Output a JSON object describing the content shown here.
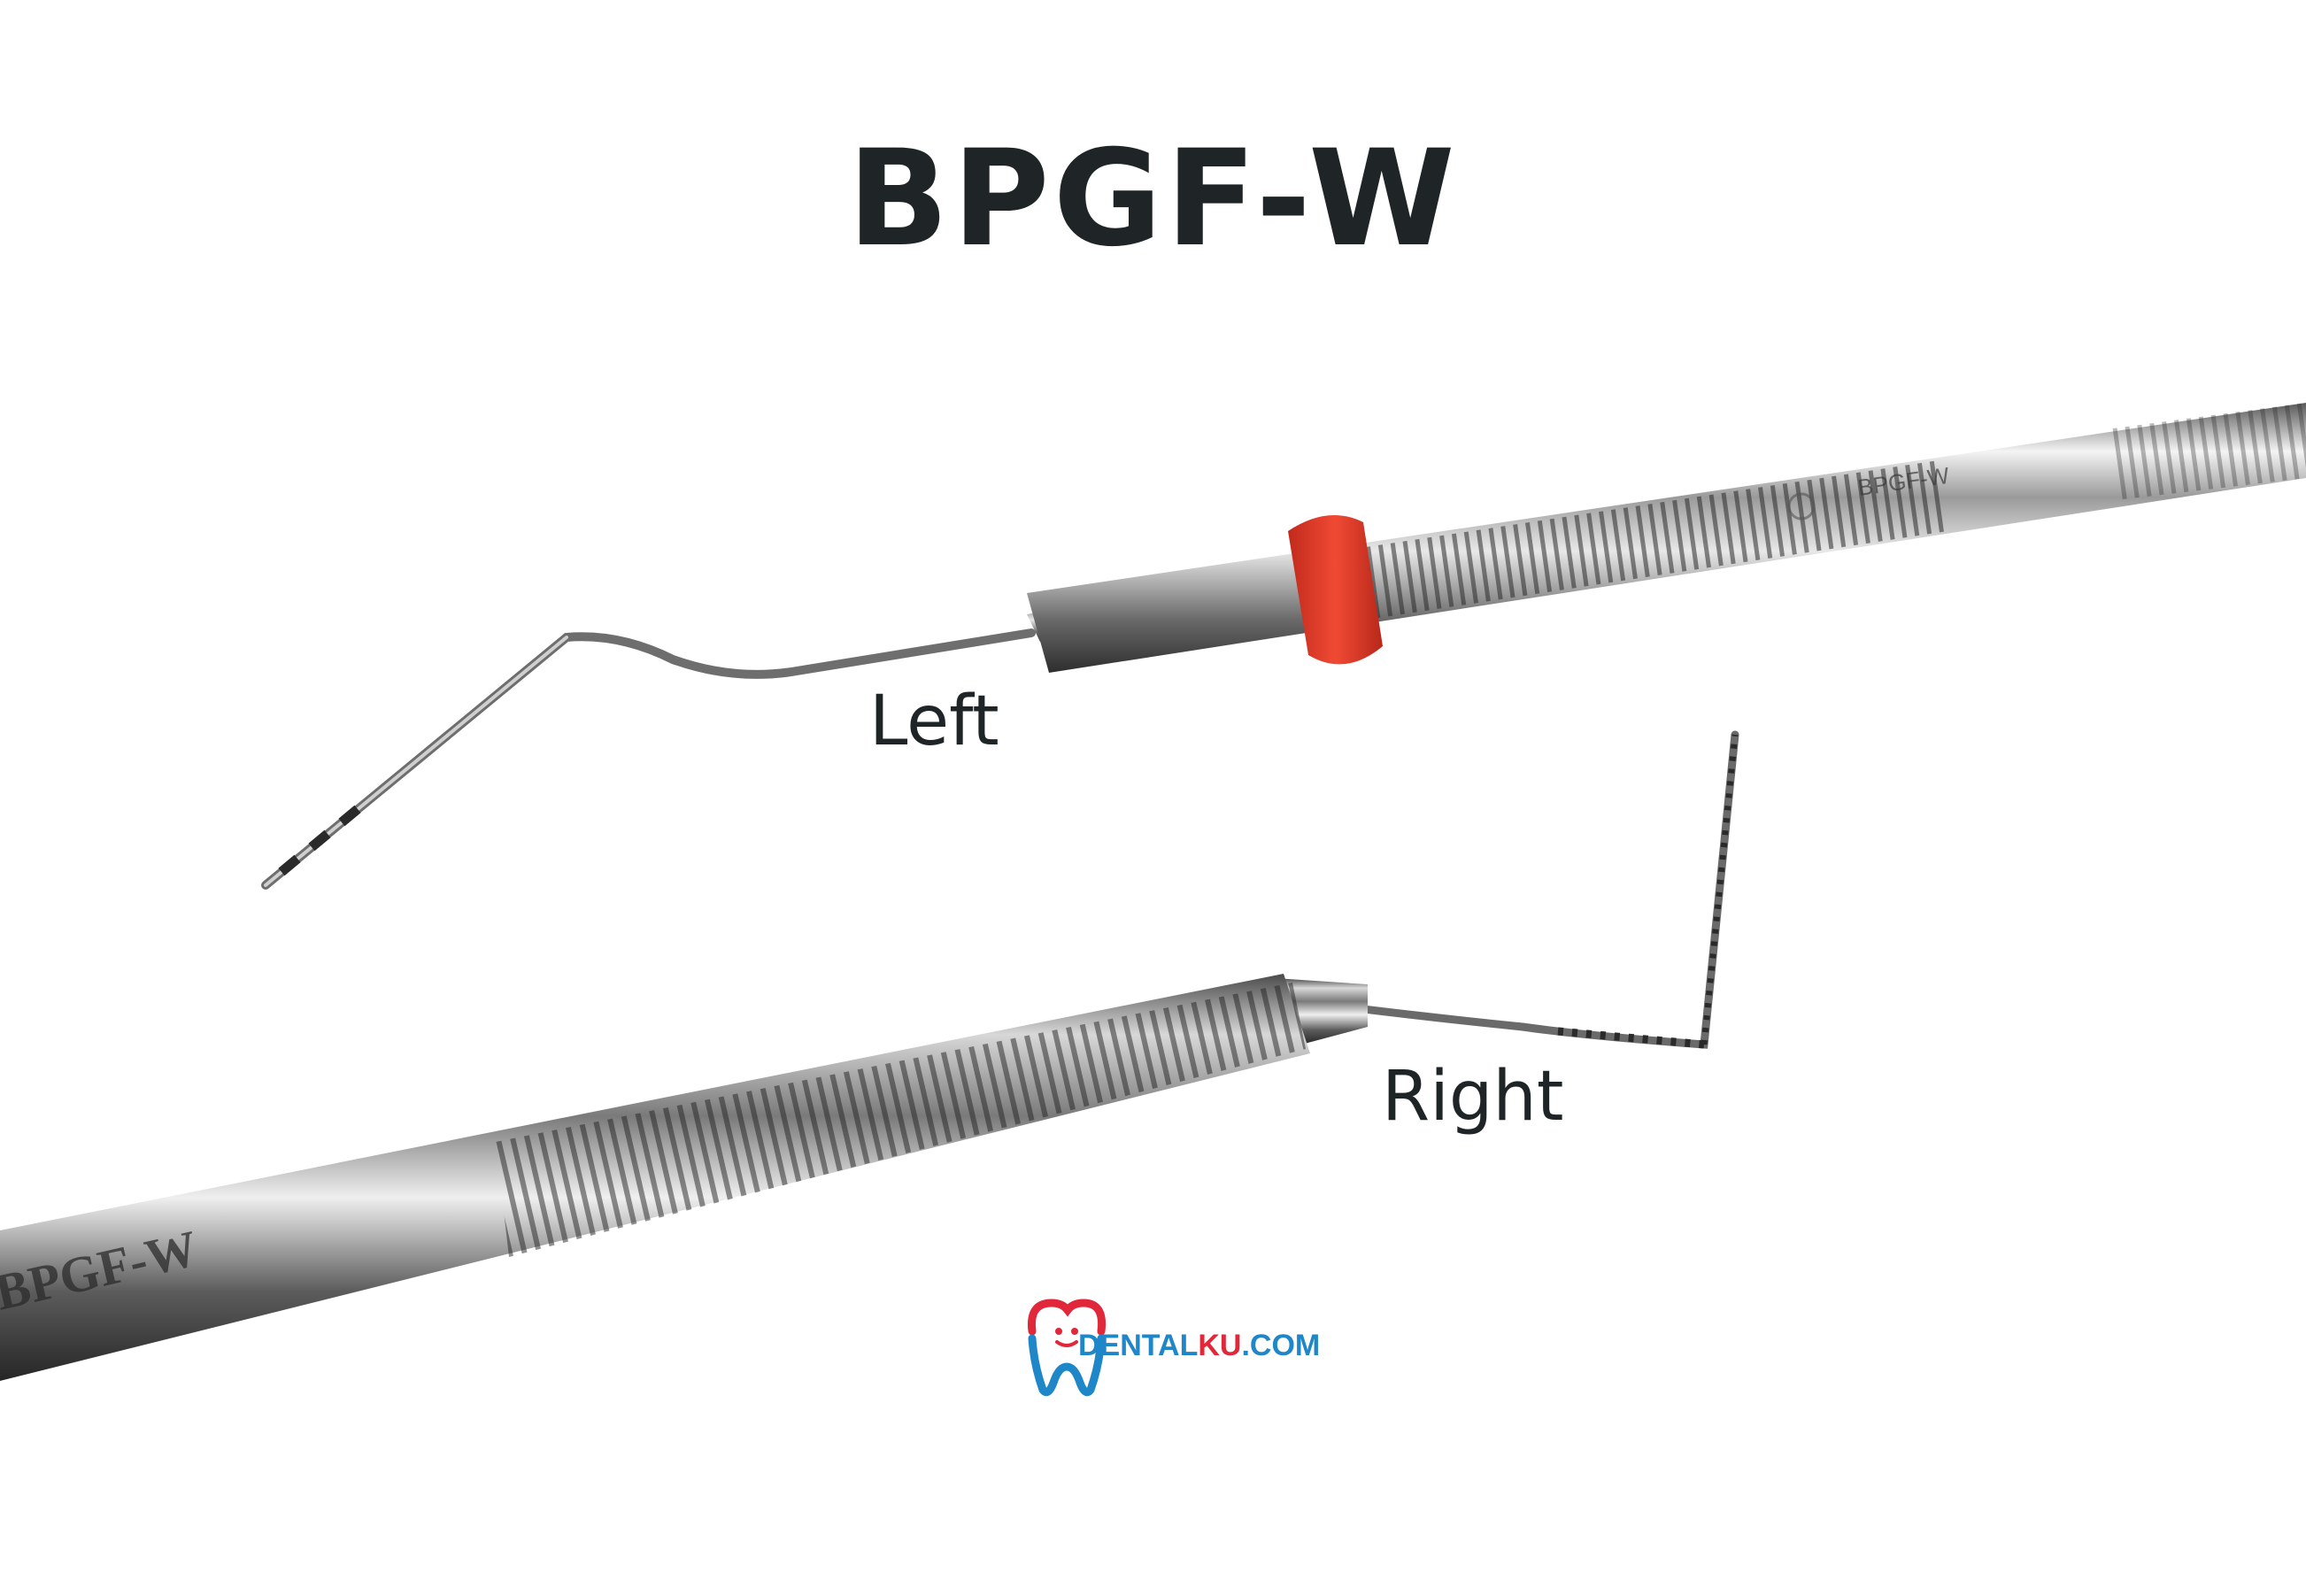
{
  "title": "BPGF-W",
  "labels": {
    "left": "Left",
    "right": "Right"
  },
  "instrument_engravings": {
    "upper": "BPGF-W",
    "lower": "BPGF-W"
  },
  "logo": {
    "brand_a": "DENTAL",
    "brand_b": "KU",
    "suffix": ".COM"
  },
  "colors": {
    "background": "#ffffff",
    "title": "#1f2526",
    "label": "#1f2526",
    "color_ring": "#e83b2a",
    "steel_light": "#f2f2f2",
    "steel_dark": "#4a4a4a",
    "logo_red": "#e0283a",
    "logo_blue": "#1f86c8"
  }
}
